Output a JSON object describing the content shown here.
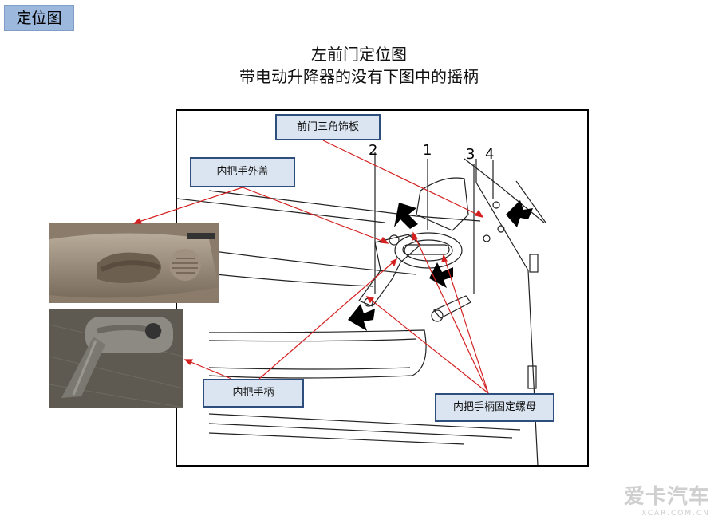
{
  "header": {
    "tag": "定位图"
  },
  "titles": {
    "line1": "左前门定位图",
    "line2": "带电动升降器的没有下图中的摇柄"
  },
  "callouts": {
    "triangle_trim": "前门三角饰板",
    "handle_cover": "内把手外盖",
    "handle_lever": "内把手柄",
    "fixing_nut": "内把手柄固定螺母"
  },
  "part_numbers": [
    "1",
    "2",
    "3",
    "4"
  ],
  "watermark": {
    "main": "爱卡汽车",
    "sub": "XCAR.COM.CN"
  },
  "colors": {
    "tag_bg": "#9cb8dd",
    "callout_bg": "#dbe5f1",
    "callout_border": "#2e4f7e",
    "leader": "#d42020"
  }
}
